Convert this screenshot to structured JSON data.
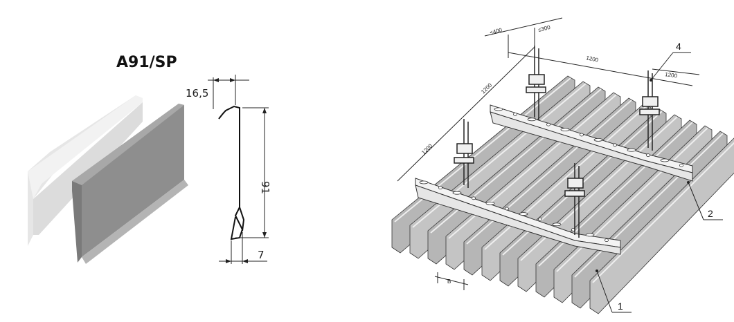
{
  "left_panel": {
    "title": "A91/SP",
    "profile_dims": {
      "flange": "16,5",
      "height": "91",
      "base": "7"
    }
  },
  "right_panel": {
    "dims": {
      "edge_max": "<400",
      "hanger_max": "≤300",
      "top_span": "1200",
      "right_span": "1200",
      "left_span_upper": "1200",
      "left_span_lower": "1200",
      "pitch": "B"
    },
    "callouts": [
      "1",
      "2",
      "4"
    ]
  },
  "colors": {
    "panel_light": "#e4e4e4",
    "panel_dark": "#8a8a8a",
    "slat": "#bdbdbd",
    "carrier": "#f2f2f2"
  }
}
